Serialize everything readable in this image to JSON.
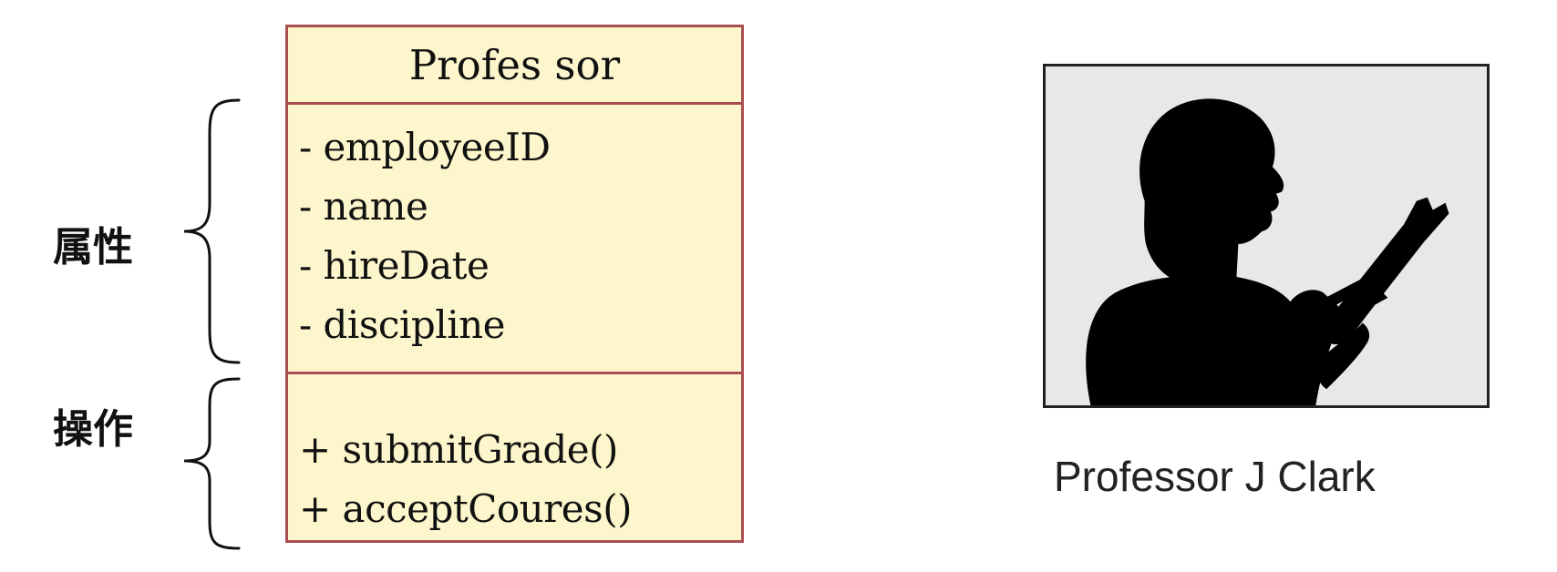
{
  "labels": {
    "attributes": "属性",
    "operations": "操作"
  },
  "uml_class": {
    "name": "Profes sor",
    "attributes": [
      "- employeeID",
      "- name",
      "- hireDate",
      "- discipline"
    ],
    "operations": [
      "+ submitGrade()",
      "+ acceptCoures()"
    ]
  },
  "photo": {
    "icon": "professor-silhouette",
    "caption": "Professor J Clark"
  },
  "colors": {
    "class_fill": "#fdf6cc",
    "class_border": "#a94d52",
    "photo_background": "#e8e8e8",
    "silhouette": "#000000"
  }
}
